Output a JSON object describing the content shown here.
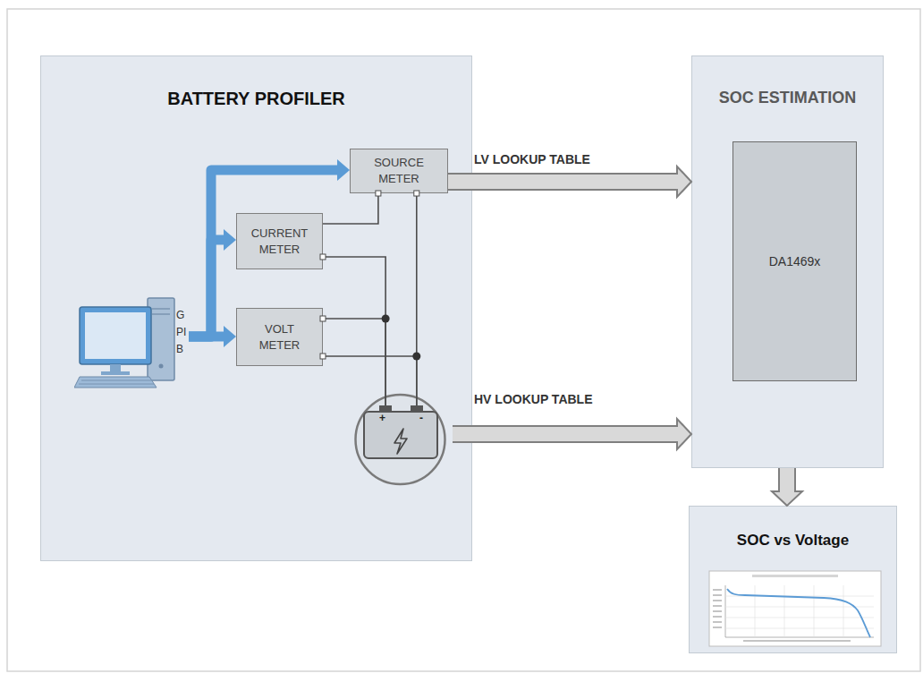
{
  "diagram": {
    "nodes": [
      {
        "text": [
          "BATTERY PROFILER"
        ]
      },
      {
        "text": [
          "SOURCE METER"
        ],
        "in": 0
      },
      {
        "text": [
          "CURRENT METER"
        ],
        "in": 0
      },
      {
        "text": [
          "VOLT METER"
        ],
        "in": 0
      },
      {
        "text": [
          "GPIB"
        ],
        "in": 0
      },
      {
        "text": [
          "+",
          "-"
        ],
        "in": 0
      },
      {
        "text": [
          "SOC ESTIMATION"
        ]
      },
      {
        "text": [
          "DA1469x"
        ],
        "in": 6
      },
      {
        "text": [
          "SOC vs Voltage"
        ]
      }
    ],
    "edges": [
      {
        "from": 4,
        "to": 1,
        "arrow": "to"
      },
      {
        "from": 4,
        "to": 2,
        "arrow": "to"
      },
      {
        "from": 4,
        "to": 3,
        "arrow": "to"
      },
      {
        "from": 1,
        "to": 2,
        "arrow": "none"
      },
      {
        "from": 2,
        "to": 5,
        "arrow": "none"
      },
      {
        "from": 1,
        "to": 5,
        "arrow": "none"
      },
      {
        "from": 3,
        "to": 5,
        "arrow": "none"
      },
      {
        "from": 3,
        "to": 5,
        "arrow": "none"
      },
      {
        "from": 1,
        "to": 6,
        "label": "LV LOOKUP TABLE",
        "arrow": "to"
      },
      {
        "from": 5,
        "to": 6,
        "label": "HV LOOKUP TABLE",
        "arrow": "to"
      },
      {
        "from": 6,
        "to": 8,
        "arrow": "to"
      }
    ]
  }
}
